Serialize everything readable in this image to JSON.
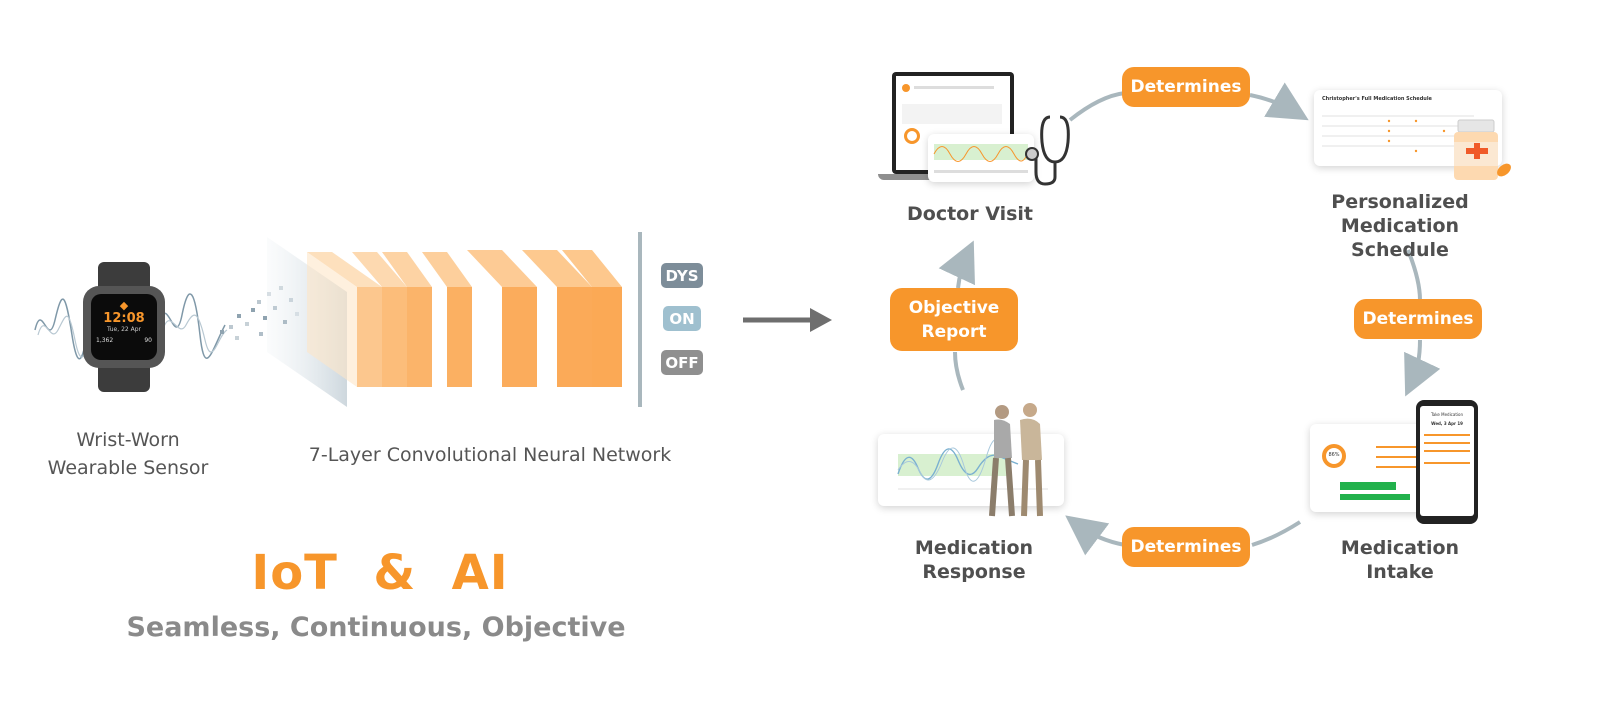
{
  "left": {
    "sensor_label_line1": "Wrist-Worn",
    "sensor_label_line2": "Wearable Sensor",
    "watch_time": "12:08",
    "watch_date": "Tue, 22 Apr",
    "watch_steps": "1,362",
    "watch_hr": "90",
    "cnn_label": "7-Layer Convolutional Neural Network",
    "states": [
      "DYS",
      "ON",
      "OFF"
    ],
    "headline": "IoT  &  AI",
    "subline": "Seamless, Continuous, Objective"
  },
  "cycle": {
    "doctor_visit": "Doctor Visit",
    "schedule_line1": "Personalized",
    "schedule_line2": "Medication Schedule",
    "schedule_card_title": "Christopher's Full Medication Schedule",
    "intake_line1": "Medication",
    "intake_line2": "Intake",
    "phone_title": "Take Medication",
    "phone_date": "Wed, 3 Apr 19",
    "phone_ring_value": "86%",
    "response_line1": "Medication",
    "response_line2": "Response",
    "report_line1": "Objective",
    "report_line2": "Report",
    "determines_top": "Determines",
    "determines_right": "Determines",
    "determines_bottom": "Determines"
  },
  "colors": {
    "accent": "#f7962b",
    "dys": "#7d8d99",
    "on": "#9fc0cf",
    "off": "#8f8f8f",
    "arrow": "#a9b7bd"
  }
}
